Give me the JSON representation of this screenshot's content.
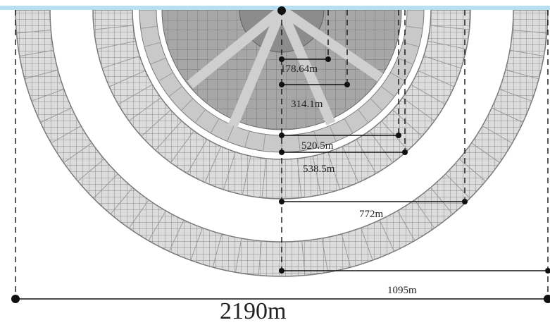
{
  "diagram": {
    "colors": {
      "top_bar": "#b7dff0",
      "ring_fill": "#d6d6d6",
      "ring_grid": "#8f8f8f",
      "core": "#9a9a9a",
      "core_dark": "#6e6e6e",
      "line": "#111111"
    },
    "measurements": [
      {
        "id": "r1",
        "label": "178.64m"
      },
      {
        "id": "r2",
        "label": "314.1m"
      },
      {
        "id": "r3",
        "label": "520.5m"
      },
      {
        "id": "r4",
        "label": "538.5m"
      },
      {
        "id": "r5",
        "label": "772m"
      },
      {
        "id": "r6",
        "label": "1095m"
      }
    ],
    "total_width": {
      "label": "2190m"
    }
  }
}
